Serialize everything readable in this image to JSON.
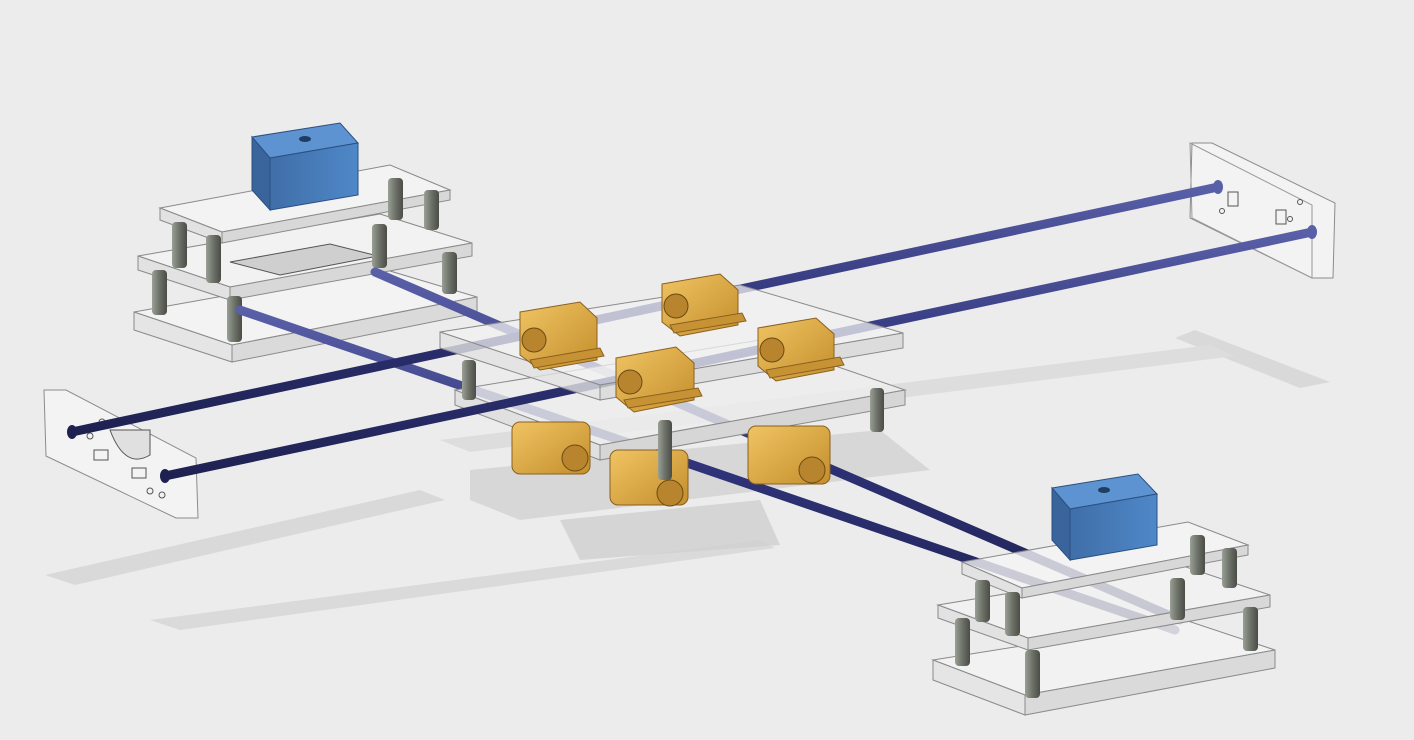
{
  "viewport": {
    "background": "#ececec",
    "view_mode": "shaded-with-visible-edges",
    "model": {
      "components": [
        "stepper-motor",
        "stepper-motor",
        "motor-mount-plate-stack",
        "motor-mount-plate-stack",
        "end-plate",
        "end-plate",
        "linear-rail",
        "linear-rail",
        "linear-rail",
        "linear-rail",
        "pillow-block-bearing",
        "pillow-block-bearing",
        "pillow-block-bearing",
        "pillow-block-bearing",
        "pillow-block-bearing",
        "pillow-block-bearing",
        "pillow-block-bearing",
        "carriage-plate",
        "carriage-plate"
      ]
    },
    "colors": {
      "motor": "#4a7fbf",
      "rail": "#2f3378",
      "bearing": "#dca94a",
      "acrylic": "#f3f3f3",
      "standoff": "#6d7168",
      "shadow": "#d7d7d7"
    }
  }
}
